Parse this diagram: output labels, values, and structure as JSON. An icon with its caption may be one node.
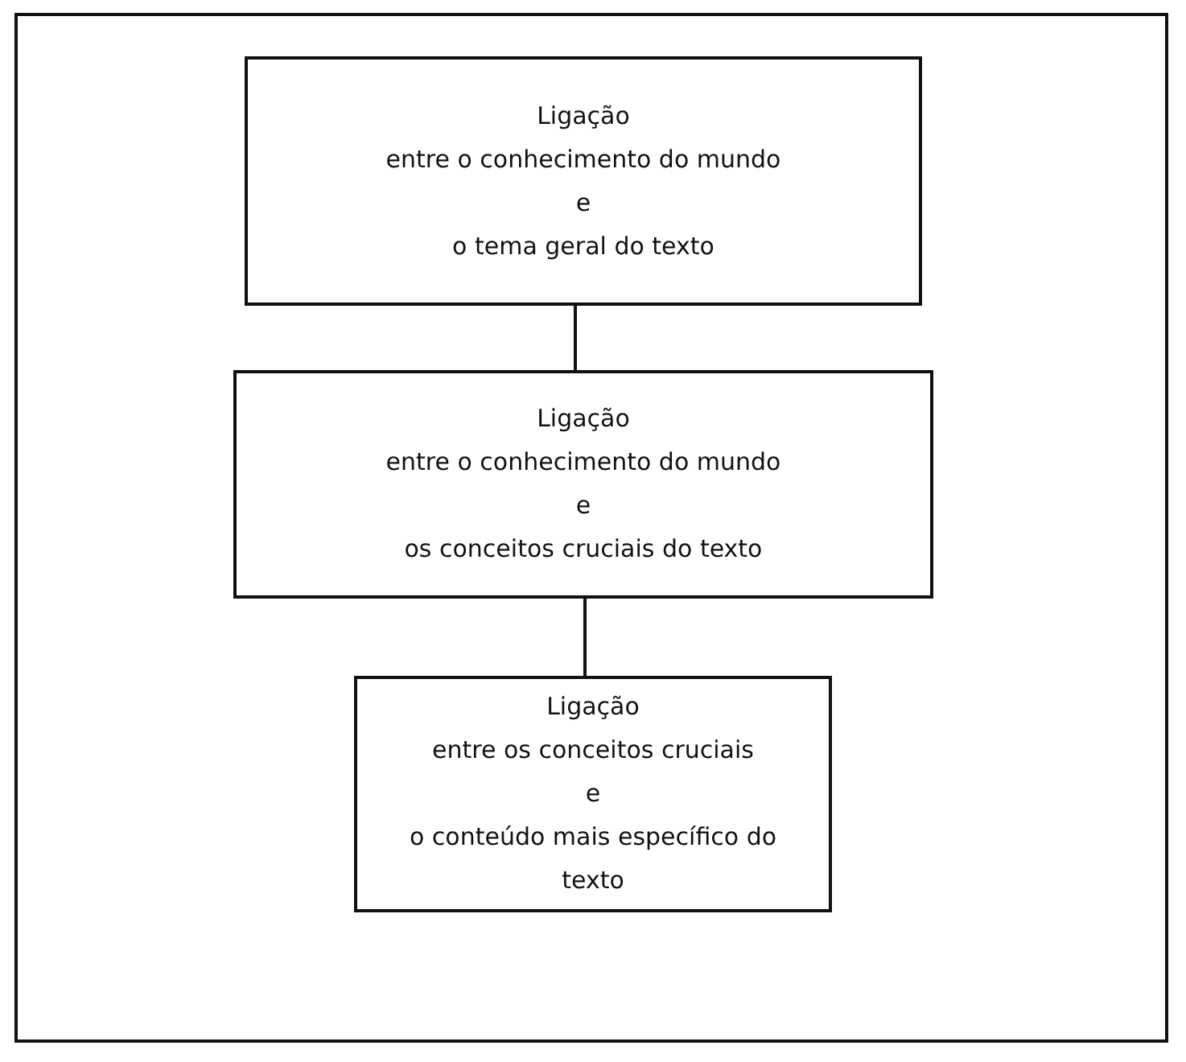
{
  "diagram": {
    "nodes": [
      {
        "text": [
          "Ligação",
          "entre o conhecimento do mundo",
          "e",
          "o tema geral do texto"
        ]
      },
      {
        "text": [
          "Ligação",
          "entre o conhecimento do mundo",
          "e",
          "os conceitos cruciais do texto"
        ]
      },
      {
        "text": [
          "Ligação",
          "entre os conceitos cruciais",
          "e",
          "o conteúdo mais específico do texto"
        ]
      }
    ],
    "edges": [
      {
        "from": 0,
        "to": 1,
        "arrow": "none"
      },
      {
        "from": 1,
        "to": 2,
        "arrow": "none"
      }
    ]
  }
}
